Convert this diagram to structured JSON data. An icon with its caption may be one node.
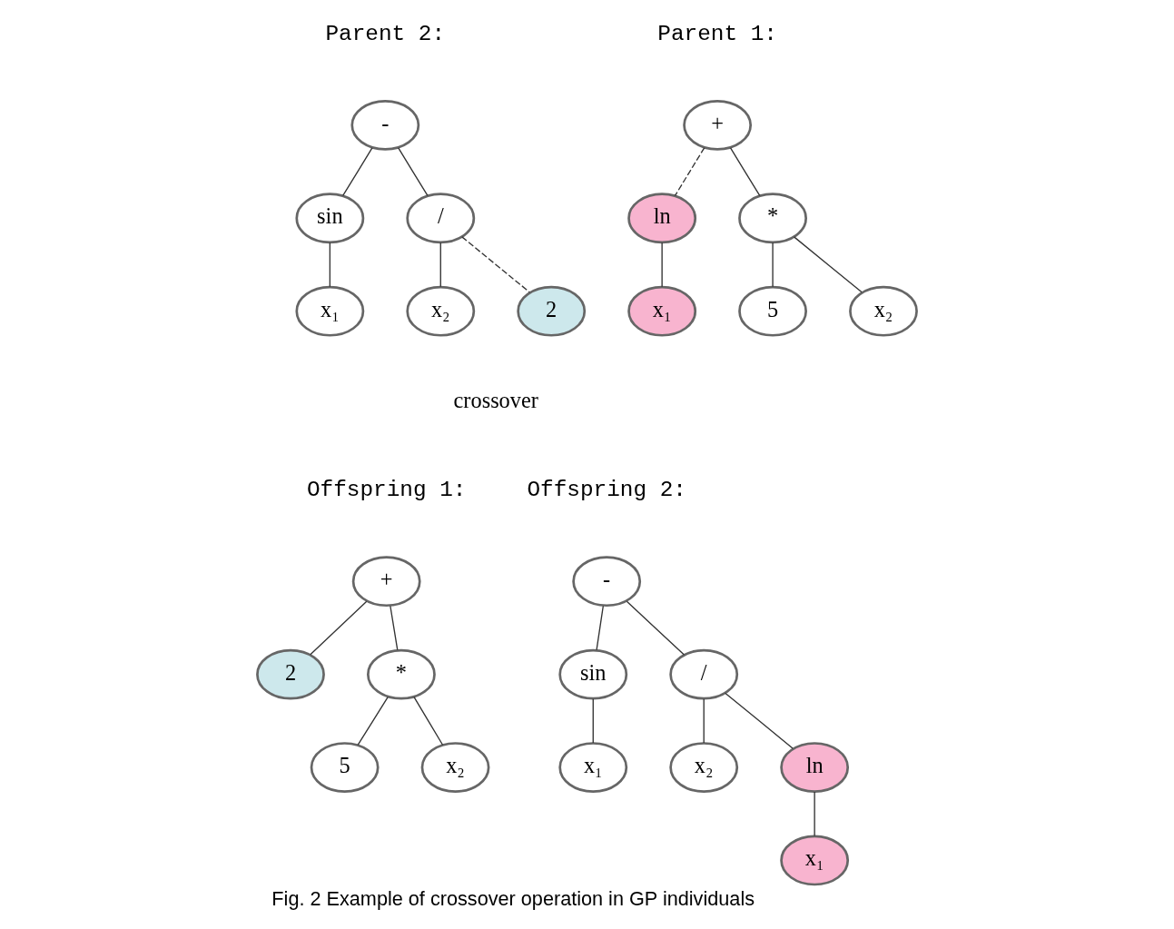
{
  "diagram": {
    "caption": "Fig. 2 Example of crossover operation in GP individuals",
    "nodes": [
      {
        "text": [
          "+"
        ]
      },
      {
        "text": [
          "ln"
        ]
      },
      {
        "text": [
          "*"
        ]
      },
      {
        "text": [
          "x₁"
        ]
      },
      {
        "text": [
          "5"
        ]
      },
      {
        "text": [
          "x₂"
        ]
      },
      {
        "text": [
          "-"
        ]
      },
      {
        "text": [
          "sin"
        ]
      },
      {
        "text": [
          "/"
        ]
      },
      {
        "text": [
          "x₁"
        ]
      },
      {
        "text": [
          "x₂"
        ]
      },
      {
        "text": [
          "2"
        ]
      },
      {
        "text": [
          "+"
        ]
      },
      {
        "text": [
          "2"
        ]
      },
      {
        "text": [
          "*"
        ]
      },
      {
        "text": [
          "5"
        ]
      },
      {
        "text": [
          "x₂"
        ]
      },
      {
        "text": [
          "-"
        ]
      },
      {
        "text": [
          "sin"
        ]
      },
      {
        "text": [
          "/"
        ]
      },
      {
        "text": [
          "x₁"
        ]
      },
      {
        "text": [
          "x₂"
        ]
      },
      {
        "text": [
          "ln"
        ]
      },
      {
        "text": [
          "x₁"
        ]
      }
    ],
    "edges": [
      {
        "from": 0,
        "to": 1,
        "arrow": "none",
        "style": "dashed"
      },
      {
        "from": 0,
        "to": 2,
        "arrow": "none"
      },
      {
        "from": 1,
        "to": 3,
        "arrow": "none"
      },
      {
        "from": 2,
        "to": 4,
        "arrow": "none"
      },
      {
        "from": 2,
        "to": 5,
        "arrow": "none"
      },
      {
        "from": 6,
        "to": 7,
        "arrow": "none"
      },
      {
        "from": 6,
        "to": 8,
        "arrow": "none"
      },
      {
        "from": 7,
        "to": 9,
        "arrow": "none"
      },
      {
        "from": 8,
        "to": 10,
        "arrow": "none"
      },
      {
        "from": 8,
        "to": 11,
        "arrow": "none",
        "style": "dashed"
      },
      {
        "from": 12,
        "to": 13,
        "arrow": "none"
      },
      {
        "from": 12,
        "to": 14,
        "arrow": "none"
      },
      {
        "from": 14,
        "to": 15,
        "arrow": "none"
      },
      {
        "from": 14,
        "to": 16,
        "arrow": "none"
      },
      {
        "from": 17,
        "to": 18,
        "arrow": "none"
      },
      {
        "from": 17,
        "to": 19,
        "arrow": "none"
      },
      {
        "from": 18,
        "to": 20,
        "arrow": "none"
      },
      {
        "from": 19,
        "to": 21,
        "arrow": "none"
      },
      {
        "from": 19,
        "to": 22,
        "arrow": "none"
      },
      {
        "from": 22,
        "to": 23,
        "arrow": "none"
      }
    ],
    "labels": [
      "Parent 1:",
      "Parent 2:",
      "crossover",
      "Offspring 1:",
      "Offspring 2:"
    ]
  }
}
